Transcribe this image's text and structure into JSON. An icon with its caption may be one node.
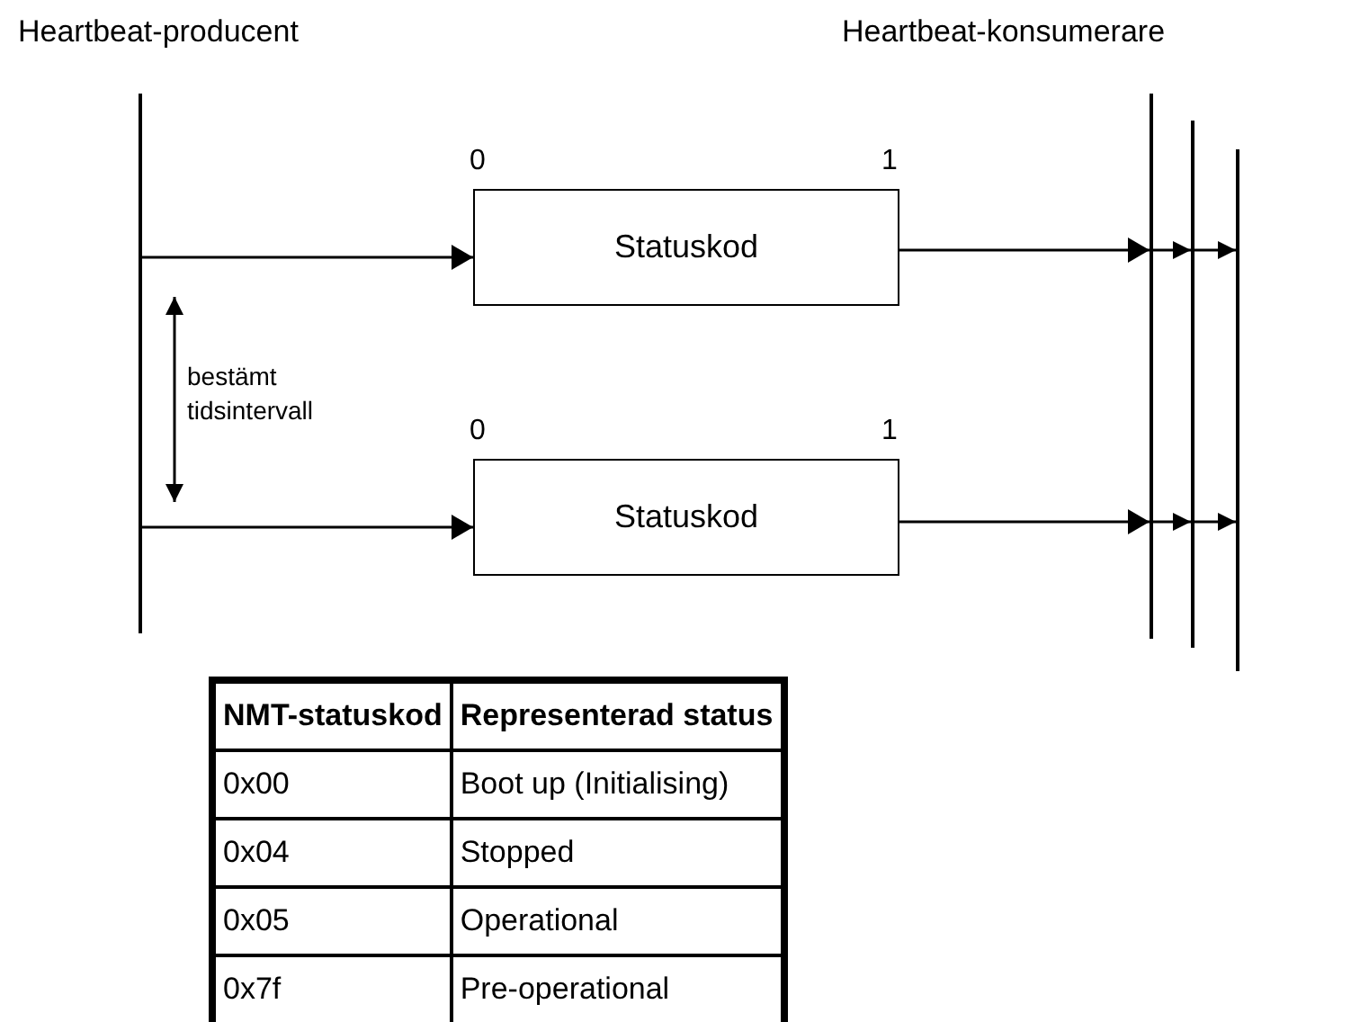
{
  "diagram": {
    "nodes": [
      {
        "text": [
          "Heartbeat-producent"
        ]
      },
      {
        "text": [
          "Statuskod"
        ],
        "beside": [
          "0",
          "1"
        ]
      },
      {
        "text": [
          "Statuskod"
        ],
        "beside": [
          "0",
          "1"
        ]
      },
      {
        "text": [
          "Heartbeat-konsumerare"
        ]
      },
      {
        "text": [],
        "shape": "bar"
      },
      {
        "text": [],
        "shape": "bar"
      }
    ],
    "edges": [
      {
        "from": 0,
        "to": 1,
        "arrow": "to"
      },
      {
        "from": 0,
        "to": 2,
        "arrow": "to"
      },
      {
        "from": 1,
        "to": 3,
        "arrow": "to"
      },
      {
        "from": 3,
        "to": 4,
        "arrow": "to"
      },
      {
        "from": 4,
        "to": 5,
        "arrow": "to"
      },
      {
        "from": 2,
        "to": 3,
        "arrow": "to"
      },
      {
        "from": 3,
        "to": 4,
        "arrow": "to"
      },
      {
        "from": 4,
        "to": 5,
        "arrow": "to"
      }
    ],
    "labels": [
      "bestämt tidsintervall",
      "NMT-statuskod",
      "Representerad status",
      "0x00",
      "Boot up (Initialising)",
      "0x04",
      "Stopped",
      "0x05",
      "Operational",
      "0x7f",
      "Pre-operational"
    ]
  }
}
